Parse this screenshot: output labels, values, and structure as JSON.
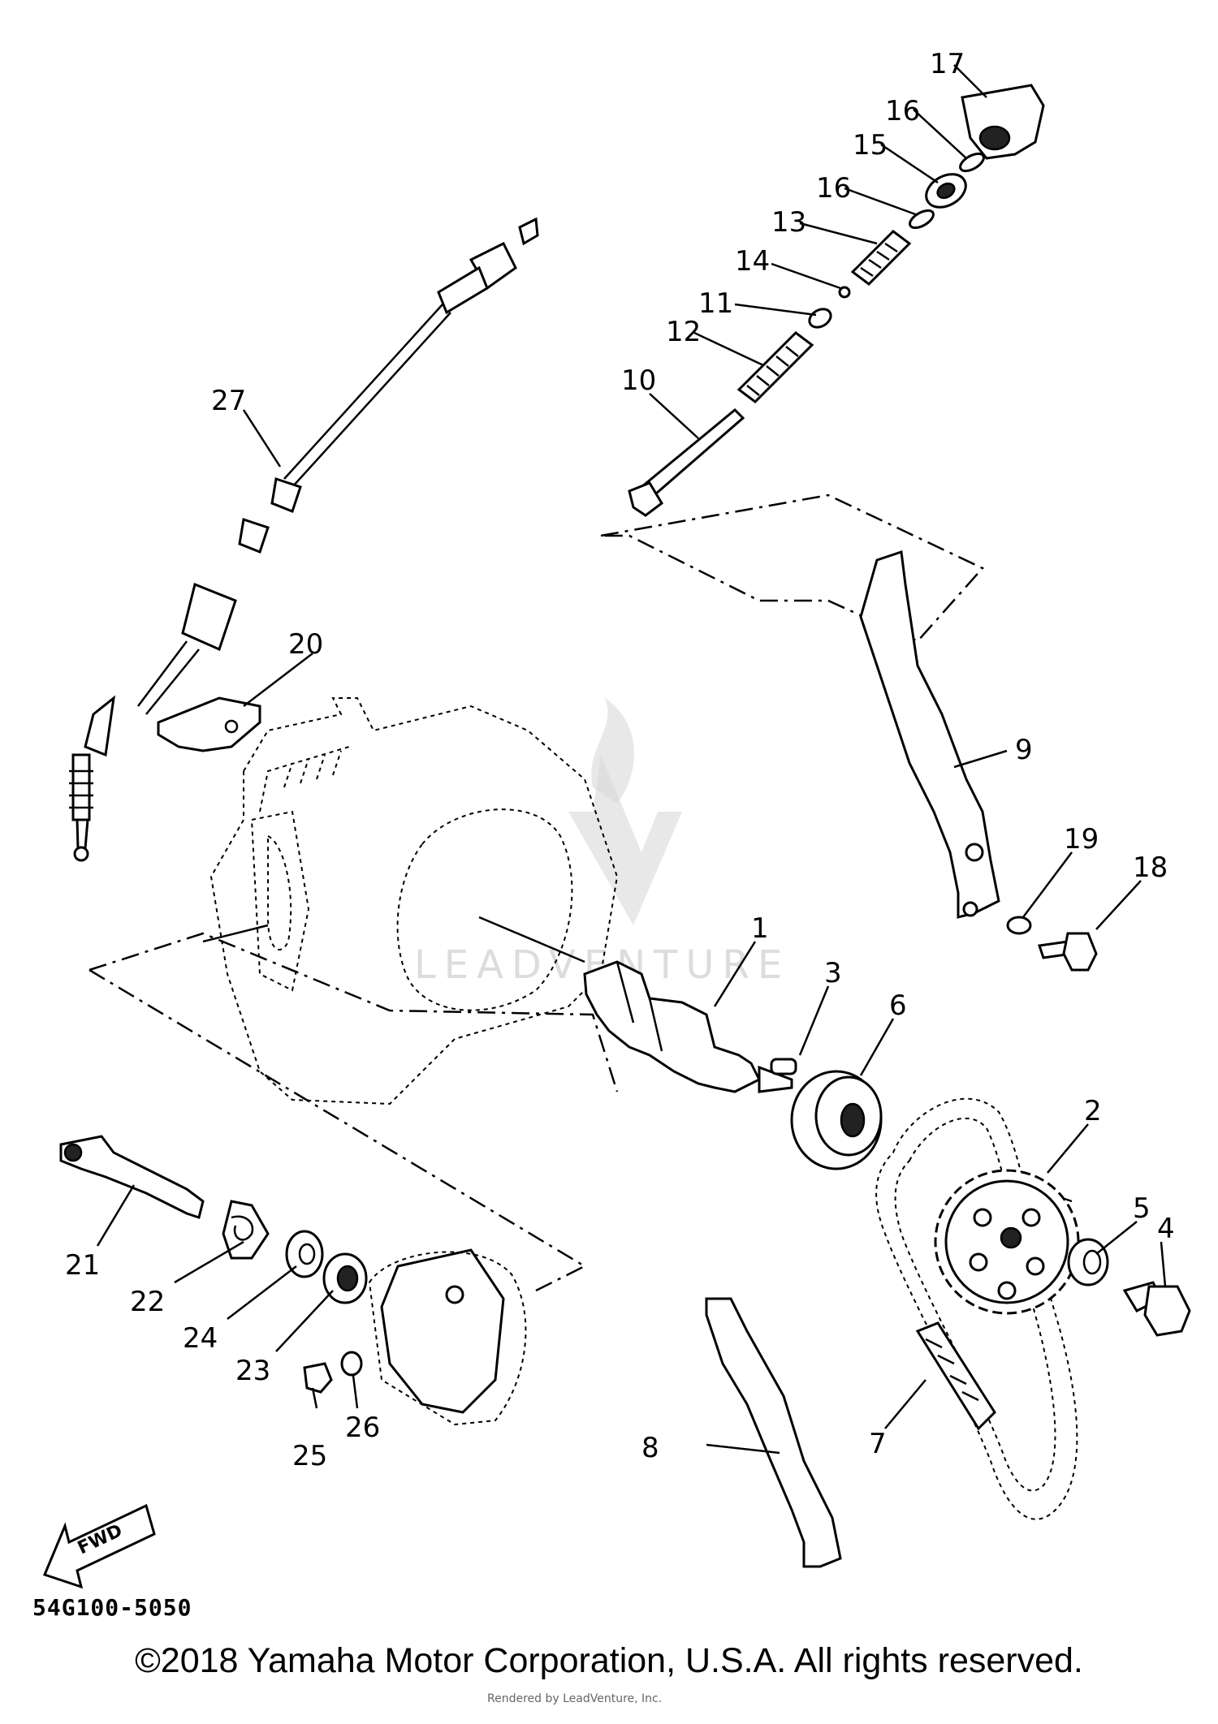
{
  "diagram": {
    "part_labels": {
      "p1": "1",
      "p2": "2",
      "p3": "3",
      "p4": "4",
      "p5": "5",
      "p6": "6",
      "p7": "7",
      "p8": "8",
      "p9": "9",
      "p10": "10",
      "p11": "11",
      "p12": "12",
      "p13": "13",
      "p14": "14",
      "p15": "15",
      "p16a": "16",
      "p16b": "16",
      "p17": "17",
      "p18": "18",
      "p19": "19",
      "p20": "20",
      "p21": "21",
      "p22": "22",
      "p23": "23",
      "p24": "24",
      "p25": "25",
      "p26": "26",
      "p27": "27"
    },
    "drawing_code": "54G100-5050",
    "fwd_arrow_label": "FWD",
    "watermark_text": "LEADVENTURE"
  },
  "footer": {
    "copyright": "©2018 Yamaha Motor Corporation, U.S.A. All rights reserved.",
    "rendered_by": "Rendered by LeadVenture, Inc."
  }
}
